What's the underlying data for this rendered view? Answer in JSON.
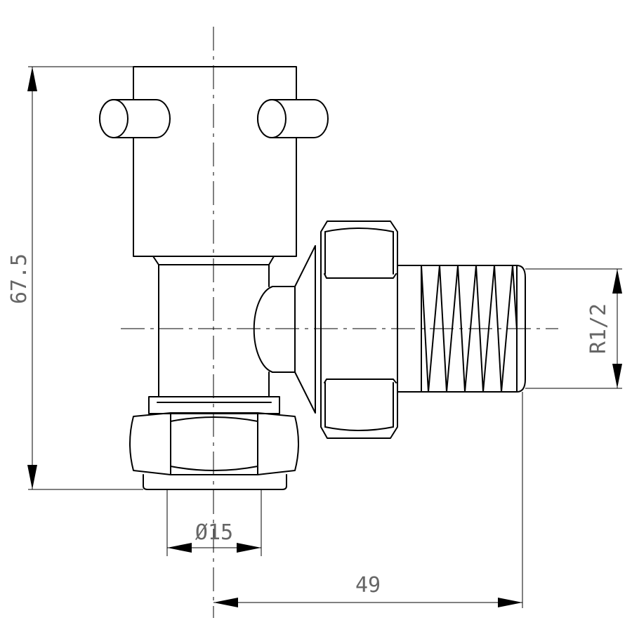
{
  "dimensions": {
    "height": "67.5",
    "thread": "R1/2",
    "pipe_diameter": "Ø15",
    "length": "49"
  },
  "colors": {
    "line": "#000000",
    "dimension_text": "#666666",
    "background": "#ffffff"
  }
}
